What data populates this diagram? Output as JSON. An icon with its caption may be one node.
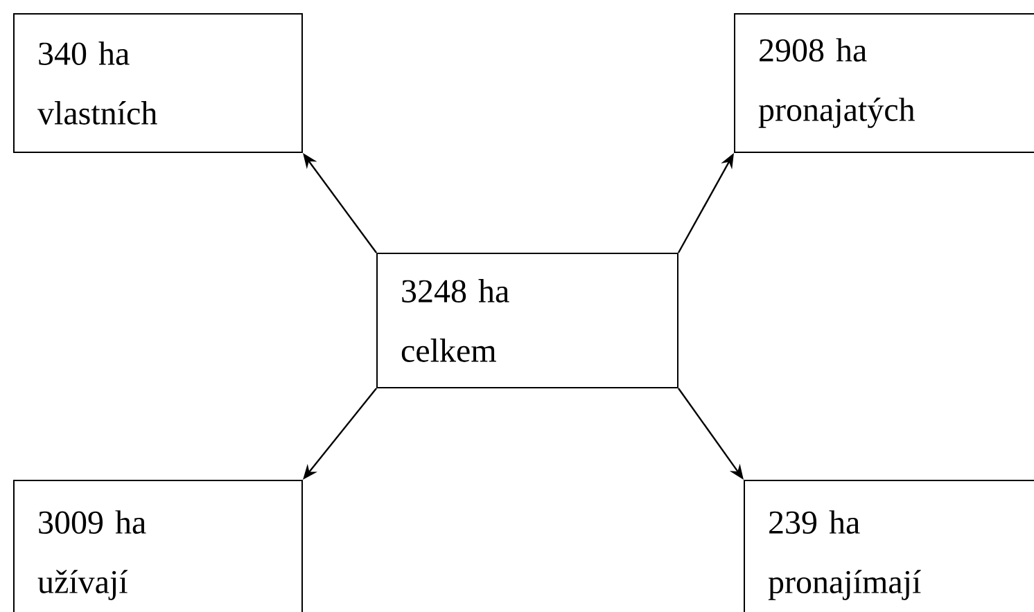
{
  "diagram": {
    "nodes": [
      {
        "text": [
          "340 ha vlastních"
        ]
      },
      {
        "text": [
          "2908 ha pronajatých"
        ]
      },
      {
        "text": [
          "3248 ha celkem"
        ]
      },
      {
        "text": [
          "3009 ha užívají"
        ]
      },
      {
        "text": [
          "239 ha pronajímají"
        ]
      }
    ],
    "edges": [
      {
        "from": 2,
        "to": 0,
        "arrow": "to"
      },
      {
        "from": 2,
        "to": 1,
        "arrow": "to"
      },
      {
        "from": 2,
        "to": 3,
        "arrow": "to"
      },
      {
        "from": 2,
        "to": 4,
        "arrow": "to"
      }
    ]
  }
}
